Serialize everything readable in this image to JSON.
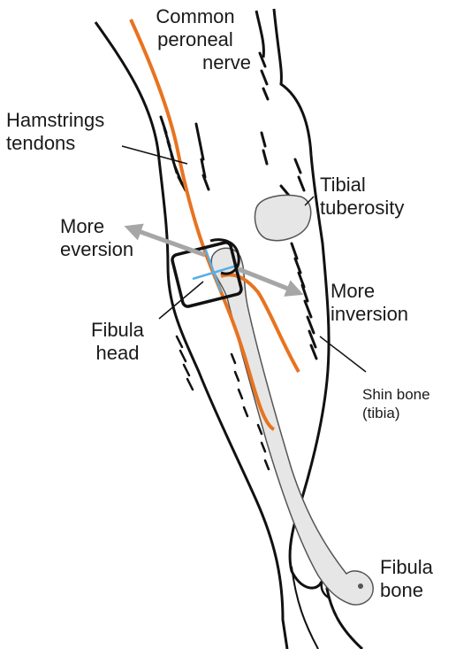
{
  "labels": {
    "common_peroneal_nerve": [
      "Common",
      "peroneal",
      "nerve"
    ],
    "hamstrings_tendons": [
      "Hamstrings",
      "tendons"
    ],
    "tibial_tuberosity": [
      "Tibial",
      "tuberosity"
    ],
    "more_eversion": [
      "More",
      "eversion"
    ],
    "more_inversion": [
      "More",
      "inversion"
    ],
    "fibula_head": [
      "Fibula",
      "head"
    ],
    "shin_bone": [
      "Shin bone",
      "(tibia)"
    ],
    "fibula_bone": [
      "Fibula",
      "bone"
    ]
  },
  "colors": {
    "outline": "#111111",
    "nerve": "#e8731f",
    "bone_fill": "#e6e6e6",
    "bone_outline": "#555555",
    "arrow": "#a6a6a6",
    "crosshair": "#5aaee6",
    "label_text": "#1a1a1a"
  },
  "icons": {
    "eversion_arrow": "arrow-up-left",
    "inversion_arrow": "arrow-down-right"
  }
}
